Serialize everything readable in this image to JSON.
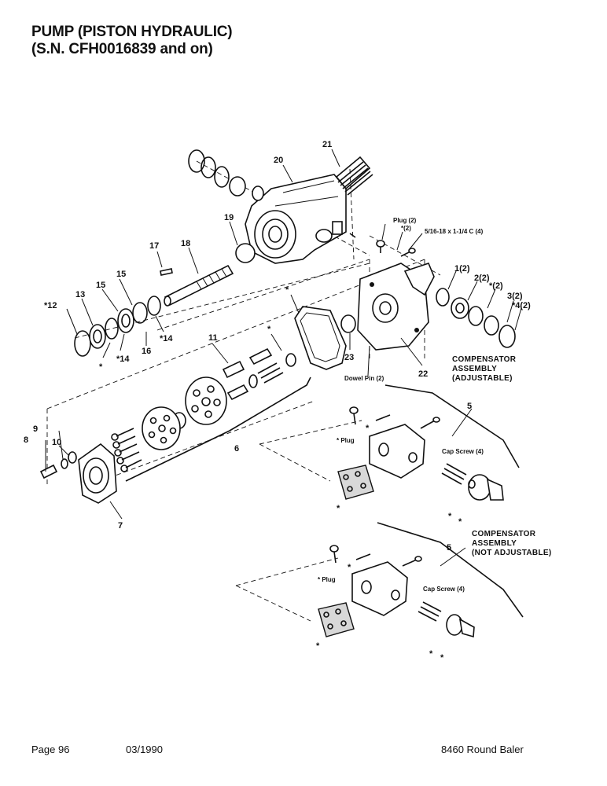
{
  "header": {
    "title_line1": "PUMP (PISTON HYDRAULIC)",
    "title_line2": "(S.N. CFH0016839 and on)"
  },
  "callouts": {
    "c1": "1(2)",
    "c2": "2(2)",
    "c3": "3(2)",
    "c4": "*4(2)",
    "c5a": "5",
    "c5b": "5",
    "c6": "6",
    "c7": "7",
    "c8": "8",
    "c9": "9",
    "c10": "10",
    "c11": "11",
    "c12": "*12",
    "c13": "13",
    "c14a": "*14",
    "c14b": "*14",
    "c15a": "15",
    "c15b": "15",
    "c16": "16",
    "c17": "17",
    "c18": "18",
    "c19": "19",
    "c20": "20",
    "c21": "21",
    "c22": "22",
    "c23": "23",
    "star": "*",
    "star2": "*(2)",
    "star2b": "*(2)",
    "plug2": "Plug (2)",
    "screw_spec": "5/16-18 x 1-1/4 C (4)",
    "dowel_pin": "Dowel Pin (2)",
    "star_plug_a": "* Plug",
    "star_plug_b": "* Plug",
    "cap_screw_a": "Cap Screw (4)",
    "cap_screw_b": "Cap Screw (4)"
  },
  "assemblies": {
    "adjustable_line1": "COMPENSATOR",
    "adjustable_line2": "ASSEMBLY",
    "adjustable_line3": "(ADJUSTABLE)",
    "not_adjustable_line1": "COMPENSATOR",
    "not_adjustable_line2": "ASSEMBLY",
    "not_adjustable_line3": "(NOT ADJUSTABLE)"
  },
  "footer": {
    "page": "Page 96",
    "date": "03/1990",
    "model": "8460 Round Baler"
  }
}
